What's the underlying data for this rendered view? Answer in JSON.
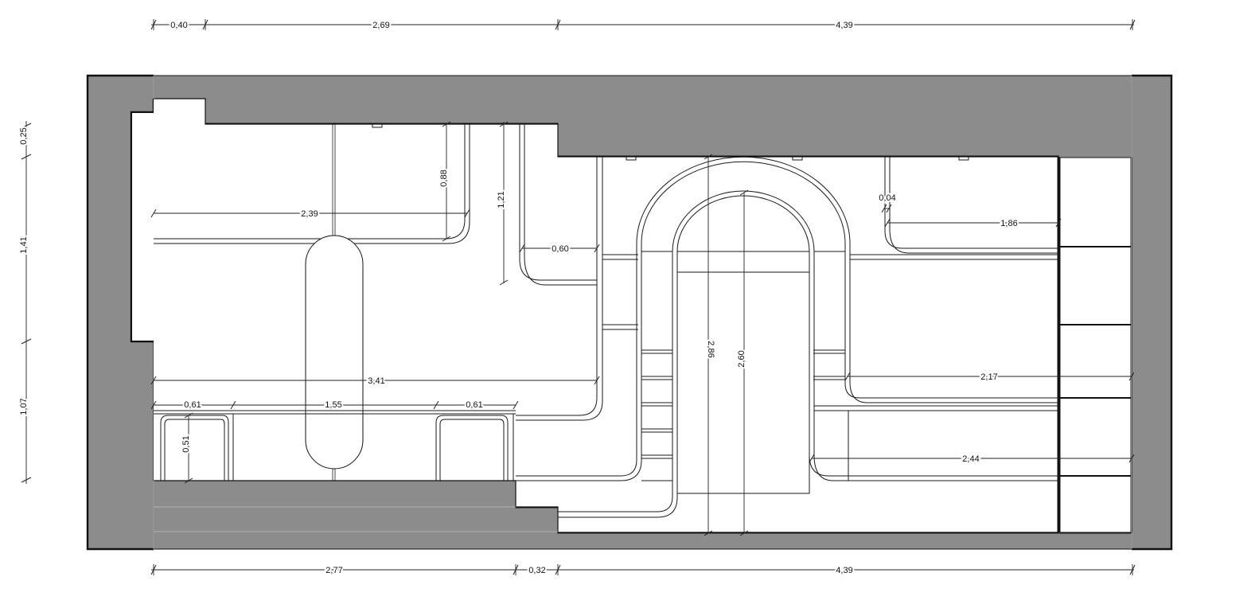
{
  "dimensions": {
    "top": [
      "0,40",
      "2,69",
      "4,39"
    ],
    "bottom": [
      "2,77",
      "0,32",
      "4,39"
    ],
    "left": [
      "0,25",
      "1,41",
      "1,07"
    ],
    "interior": {
      "d239": "2,39",
      "d088": "0,88",
      "d121": "1,21",
      "d060": "0,60",
      "d004": "0,04",
      "d186": "1,86",
      "d341": "3,41",
      "d061a": "0,61",
      "d155": "1,55",
      "d061b": "0,61",
      "d051": "0,51",
      "d286": "2,86",
      "d260": "2,60",
      "d217": "2,17",
      "d244": "2,44"
    }
  },
  "colors": {
    "wall": "#8c8c8c",
    "line": "#1a1a1a"
  }
}
